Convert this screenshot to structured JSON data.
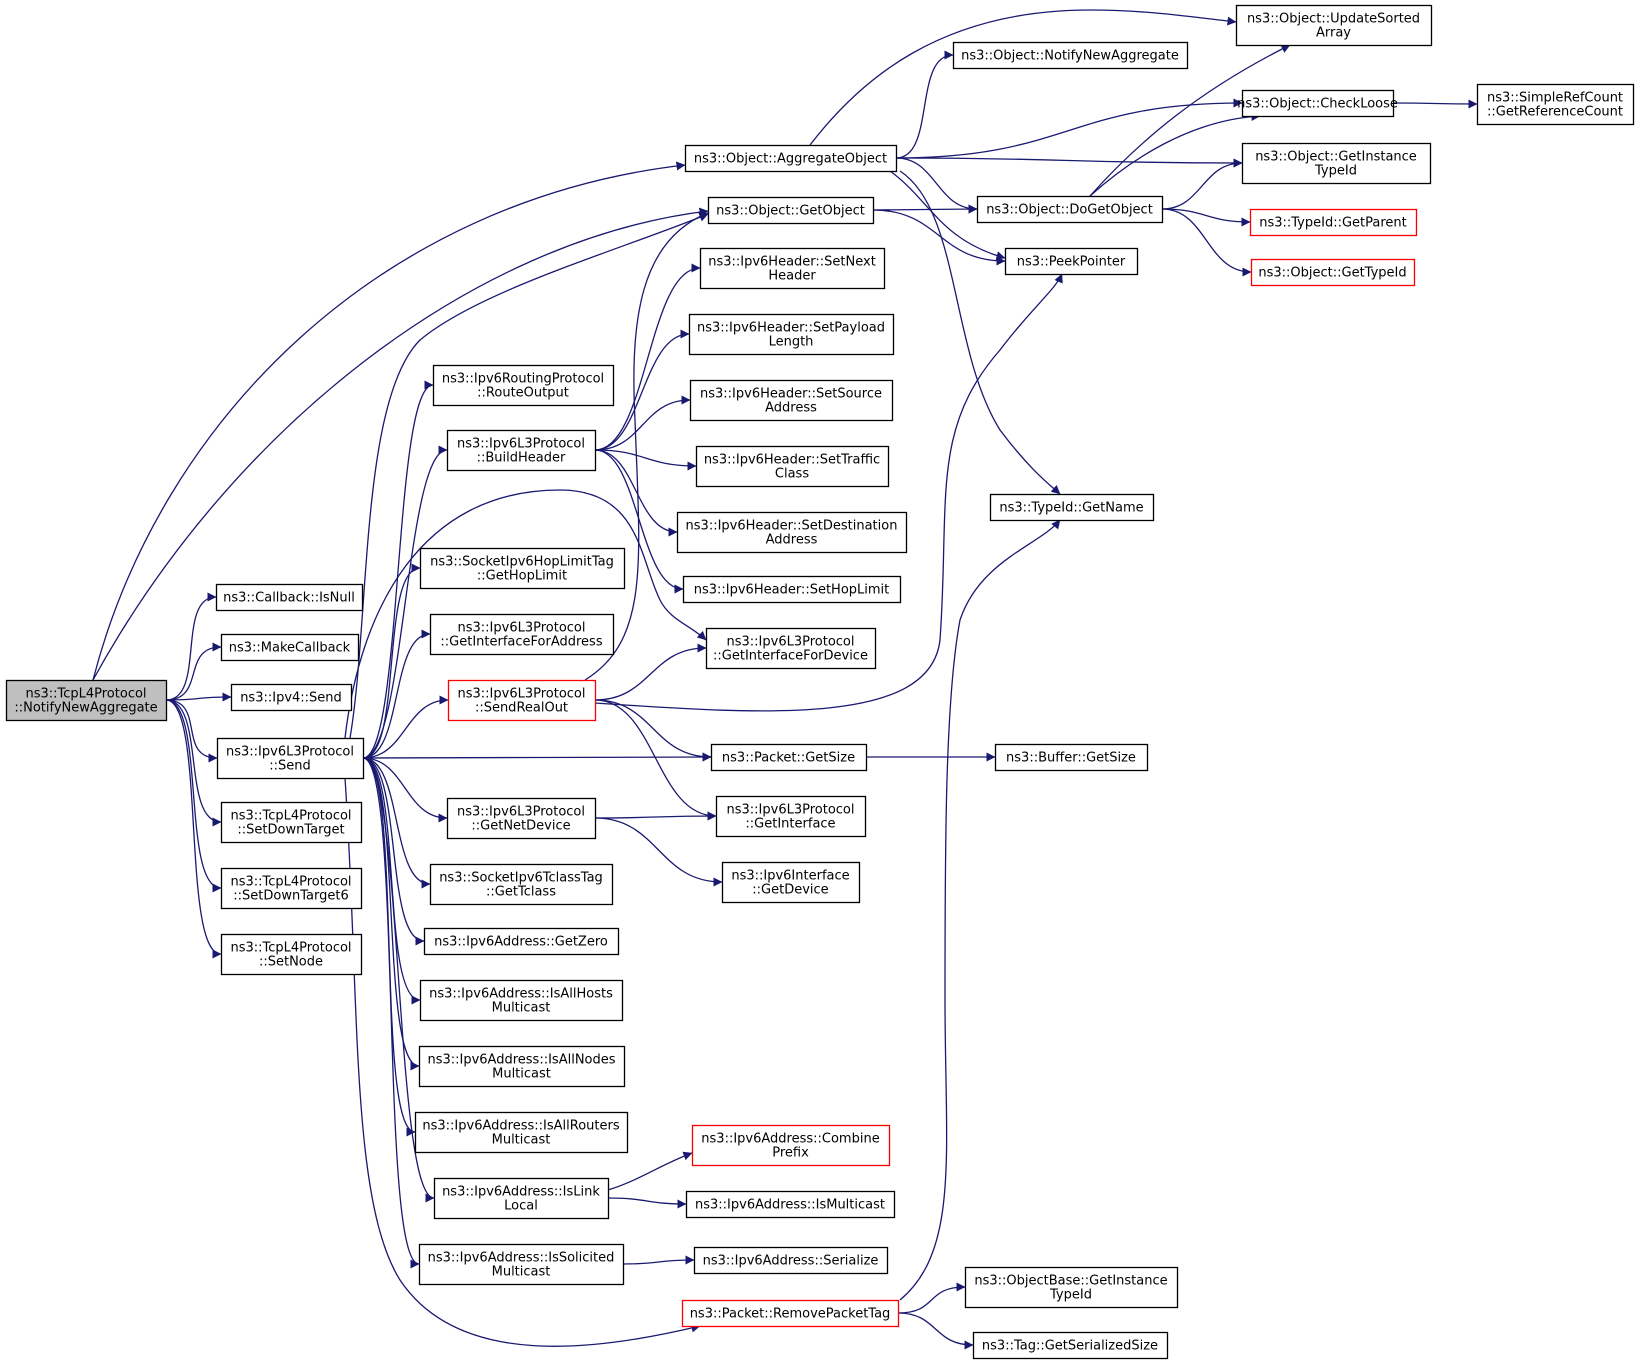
{
  "diagram": {
    "type": "call-graph",
    "nodes": [
      {
        "id": "tcp_notify",
        "lines": [
          "ns3::TcpL4Protocol",
          "::NotifyNewAggregate"
        ],
        "style": "focus"
      },
      {
        "id": "cb_isnull",
        "lines": [
          "ns3::Callback::IsNull"
        ]
      },
      {
        "id": "makecb",
        "lines": [
          "ns3::MakeCallback"
        ]
      },
      {
        "id": "ipv4_send",
        "lines": [
          "ns3::Ipv4::Send"
        ]
      },
      {
        "id": "ipv6l3_send",
        "lines": [
          "ns3::Ipv6L3Protocol",
          "::Send"
        ]
      },
      {
        "id": "setdowntarget",
        "lines": [
          "ns3::TcpL4Protocol",
          "::SetDownTarget"
        ]
      },
      {
        "id": "setdowntarget6",
        "lines": [
          "ns3::TcpL4Protocol",
          "::SetDownTarget6"
        ]
      },
      {
        "id": "setnode",
        "lines": [
          "ns3::TcpL4Protocol",
          "::SetNode"
        ]
      },
      {
        "id": "aggregate",
        "lines": [
          "ns3::Object::AggregateObject"
        ]
      },
      {
        "id": "getobject",
        "lines": [
          "ns3::Object::GetObject"
        ]
      },
      {
        "id": "routeoutput",
        "lines": [
          "ns3::Ipv6RoutingProtocol",
          "::RouteOutput"
        ]
      },
      {
        "id": "buildheader",
        "lines": [
          "ns3::Ipv6L3Protocol",
          "::BuildHeader"
        ]
      },
      {
        "id": "gethoplimit",
        "lines": [
          "ns3::SocketIpv6HopLimitTag",
          "::GetHopLimit"
        ]
      },
      {
        "id": "getifaddr",
        "lines": [
          "ns3::Ipv6L3Protocol",
          "::GetInterfaceForAddress"
        ]
      },
      {
        "id": "sendrealout",
        "lines": [
          "ns3::Ipv6L3Protocol",
          "::SendRealOut"
        ],
        "style": "red"
      },
      {
        "id": "getnetdevice",
        "lines": [
          "ns3::Ipv6L3Protocol",
          "::GetNetDevice"
        ]
      },
      {
        "id": "gettclass",
        "lines": [
          "ns3::SocketIpv6TclassTag",
          "::GetTclass"
        ]
      },
      {
        "id": "getzero",
        "lines": [
          "ns3::Ipv6Address::GetZero"
        ]
      },
      {
        "id": "isallhosts",
        "lines": [
          "ns3::Ipv6Address::IsAllHosts",
          "Multicast"
        ]
      },
      {
        "id": "isallnodes",
        "lines": [
          "ns3::Ipv6Address::IsAllNodes",
          "Multicast"
        ]
      },
      {
        "id": "isallrouters",
        "lines": [
          "ns3::Ipv6Address::IsAllRouters",
          "Multicast"
        ]
      },
      {
        "id": "islinklocal",
        "lines": [
          "ns3::Ipv6Address::IsLink",
          "Local"
        ]
      },
      {
        "id": "issolicited",
        "lines": [
          "ns3::Ipv6Address::IsSolicited",
          "Multicast"
        ]
      },
      {
        "id": "removetag",
        "lines": [
          "ns3::Packet::RemovePacketTag"
        ],
        "style": "red"
      },
      {
        "id": "notifynewagg",
        "lines": [
          "ns3::Object::NotifyNewAggregate"
        ]
      },
      {
        "id": "setnext",
        "lines": [
          "ns3::Ipv6Header::SetNext",
          "Header"
        ]
      },
      {
        "id": "setpayload",
        "lines": [
          "ns3::Ipv6Header::SetPayload",
          "Length"
        ]
      },
      {
        "id": "setsource",
        "lines": [
          "ns3::Ipv6Header::SetSource",
          "Address"
        ]
      },
      {
        "id": "settraffic",
        "lines": [
          "ns3::Ipv6Header::SetTraffic",
          "Class"
        ]
      },
      {
        "id": "setdest",
        "lines": [
          "ns3::Ipv6Header::SetDestination",
          "Address"
        ]
      },
      {
        "id": "sethoplimit",
        "lines": [
          "ns3::Ipv6Header::SetHopLimit"
        ]
      },
      {
        "id": "getifdevice",
        "lines": [
          "ns3::Ipv6L3Protocol",
          "::GetInterfaceForDevice"
        ]
      },
      {
        "id": "packet_getsize",
        "lines": [
          "ns3::Packet::GetSize"
        ]
      },
      {
        "id": "getinterface",
        "lines": [
          "ns3::Ipv6L3Protocol",
          "::GetInterface"
        ]
      },
      {
        "id": "ipv6if_getdevice",
        "lines": [
          "ns3::Ipv6Interface",
          "::GetDevice"
        ]
      },
      {
        "id": "combineprefix",
        "lines": [
          "ns3::Ipv6Address::Combine",
          "Prefix"
        ],
        "style": "red"
      },
      {
        "id": "ismulticast",
        "lines": [
          "ns3::Ipv6Address::IsMulticast"
        ]
      },
      {
        "id": "serialize",
        "lines": [
          "ns3::Ipv6Address::Serialize"
        ]
      },
      {
        "id": "doget",
        "lines": [
          "ns3::Object::DoGetObject"
        ]
      },
      {
        "id": "peekpointer",
        "lines": [
          "ns3::PeekPointer"
        ]
      },
      {
        "id": "typeid_getname",
        "lines": [
          "ns3::TypeId::GetName"
        ]
      },
      {
        "id": "buffer_getsize",
        "lines": [
          "ns3::Buffer::GetSize"
        ]
      },
      {
        "id": "objbase_getinst",
        "lines": [
          "ns3::ObjectBase::GetInstance",
          "TypeId"
        ]
      },
      {
        "id": "tag_getsersize",
        "lines": [
          "ns3::Tag::GetSerializedSize"
        ]
      },
      {
        "id": "updatesorted",
        "lines": [
          "ns3::Object::UpdateSorted",
          "Array"
        ]
      },
      {
        "id": "checkloose",
        "lines": [
          "ns3::Object::CheckLoose"
        ]
      },
      {
        "id": "getinsttypeid",
        "lines": [
          "ns3::Object::GetInstance",
          "TypeId"
        ]
      },
      {
        "id": "getparent",
        "lines": [
          "ns3::TypeId::GetParent"
        ],
        "style": "red"
      },
      {
        "id": "gettypeid",
        "lines": [
          "ns3::Object::GetTypeId"
        ],
        "style": "red"
      },
      {
        "id": "getrefcount",
        "lines": [
          "ns3::SimpleRefCount",
          "::GetReferenceCount"
        ]
      }
    ],
    "edges": [
      [
        "tcp_notify",
        "aggregate"
      ],
      [
        "tcp_notify",
        "getobject"
      ],
      [
        "tcp_notify",
        "cb_isnull"
      ],
      [
        "tcp_notify",
        "makecb"
      ],
      [
        "tcp_notify",
        "ipv4_send"
      ],
      [
        "tcp_notify",
        "ipv6l3_send"
      ],
      [
        "tcp_notify",
        "setdowntarget"
      ],
      [
        "tcp_notify",
        "setdowntarget6"
      ],
      [
        "tcp_notify",
        "setnode"
      ],
      [
        "ipv6l3_send",
        "getobject"
      ],
      [
        "ipv6l3_send",
        "routeoutput"
      ],
      [
        "ipv6l3_send",
        "buildheader"
      ],
      [
        "ipv6l3_send",
        "gethoplimit"
      ],
      [
        "ipv6l3_send",
        "getifaddr"
      ],
      [
        "ipv6l3_send",
        "sendrealout"
      ],
      [
        "ipv6l3_send",
        "packet_getsize"
      ],
      [
        "ipv6l3_send",
        "getnetdevice"
      ],
      [
        "ipv6l3_send",
        "gettclass"
      ],
      [
        "ipv6l3_send",
        "getzero"
      ],
      [
        "ipv6l3_send",
        "isallhosts"
      ],
      [
        "ipv6l3_send",
        "isallnodes"
      ],
      [
        "ipv6l3_send",
        "isallrouters"
      ],
      [
        "ipv6l3_send",
        "islinklocal"
      ],
      [
        "ipv6l3_send",
        "issolicited"
      ],
      [
        "ipv6l3_send",
        "removetag"
      ],
      [
        "ipv6l3_send",
        "getifdevice"
      ],
      [
        "buildheader",
        "setnext"
      ],
      [
        "buildheader",
        "setpayload"
      ],
      [
        "buildheader",
        "setsource"
      ],
      [
        "buildheader",
        "settraffic"
      ],
      [
        "buildheader",
        "setdest"
      ],
      [
        "buildheader",
        "sethoplimit"
      ],
      [
        "sendrealout",
        "getobject"
      ],
      [
        "sendrealout",
        "getifdevice"
      ],
      [
        "sendrealout",
        "peekpointer"
      ],
      [
        "sendrealout",
        "packet_getsize"
      ],
      [
        "sendrealout",
        "getinterface"
      ],
      [
        "getnetdevice",
        "getinterface"
      ],
      [
        "getnetdevice",
        "ipv6if_getdevice"
      ],
      [
        "islinklocal",
        "combineprefix"
      ],
      [
        "islinklocal",
        "ismulticast"
      ],
      [
        "issolicited",
        "serialize"
      ],
      [
        "removetag",
        "typeid_getname"
      ],
      [
        "removetag",
        "objbase_getinst"
      ],
      [
        "removetag",
        "tag_getsersize"
      ],
      [
        "aggregate",
        "updatesorted"
      ],
      [
        "aggregate",
        "notifynewagg"
      ],
      [
        "aggregate",
        "checkloose"
      ],
      [
        "aggregate",
        "getinsttypeid"
      ],
      [
        "aggregate",
        "doget"
      ],
      [
        "aggregate",
        "peekpointer"
      ],
      [
        "aggregate",
        "typeid_getname"
      ],
      [
        "getobject",
        "doget"
      ],
      [
        "getobject",
        "peekpointer"
      ],
      [
        "doget",
        "updatesorted"
      ],
      [
        "doget",
        "checkloose"
      ],
      [
        "doget",
        "getinsttypeid"
      ],
      [
        "doget",
        "getparent"
      ],
      [
        "doget",
        "gettypeid"
      ],
      [
        "checkloose",
        "getrefcount"
      ],
      [
        "packet_getsize",
        "buffer_getsize"
      ]
    ]
  }
}
